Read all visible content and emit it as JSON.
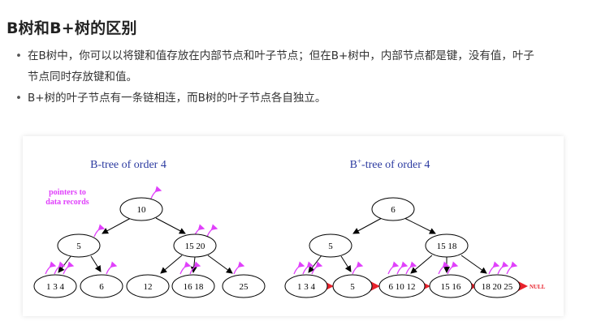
{
  "heading": "B树和B+树的区别",
  "bullets": [
    {
      "line1": "在B树中，你可以以将键和值存放在内部节点和叶子节点；但在B+树中，内部节点都是键，没有值，叶子",
      "line2": "节点同时存放键和值。"
    },
    {
      "line1": "B+树的叶子节点有一条链相连，而B树的叶子节点各自独立。"
    }
  ],
  "figure": {
    "left_diagram": {
      "title": "B-tree of order 4",
      "annotation_line1": "pointers to",
      "annotation_line2": "data records",
      "root": "10",
      "internal": [
        "5",
        "15 20"
      ],
      "leaves": [
        "1 3 4",
        "6",
        "12",
        "16 18",
        "25"
      ]
    },
    "right_diagram": {
      "title_prefix": "B",
      "title_sup": "+",
      "title_suffix": "-tree of order 4",
      "root": "6",
      "internal": [
        "5",
        "15 18"
      ],
      "leaves": [
        "1 3 4",
        "5",
        "6 10 12",
        "15 16",
        "18 20 25"
      ],
      "null_label": "NULL"
    },
    "colors": {
      "pointer": "#e040fb",
      "chain": "#e8212b",
      "title": "#2b3aa0"
    }
  }
}
